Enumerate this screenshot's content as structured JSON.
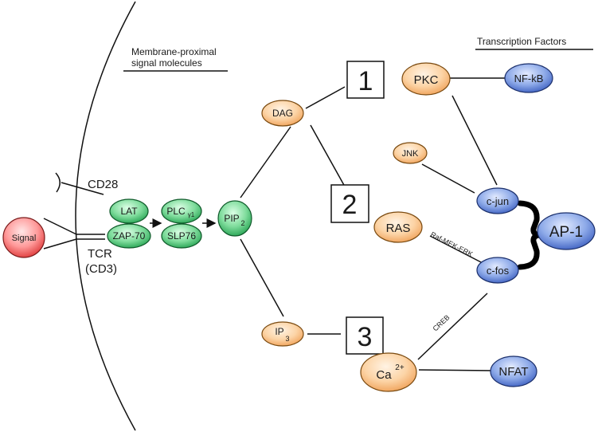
{
  "headings": {
    "membrane_line1": "Membrane-proximal",
    "membrane_line2": "signal molecules",
    "tf": "Transcription Factors"
  },
  "receptors": {
    "cd28": "CD28",
    "tcr": "TCR",
    "cd3": "(CD3)"
  },
  "nodes": {
    "signal": "Signal",
    "lat": "LAT",
    "zap70": "ZAP-70",
    "plc_main": "PLC",
    "plc_sub": "γ1",
    "slp76": "SLP76",
    "pip_main": "PIP",
    "pip_sub": "2",
    "dag": "DAG",
    "ip3_main": "IP",
    "ip3_sub": "3",
    "pkc": "PKC",
    "jnk": "JNK",
    "ras": "RAS",
    "ca_main": "Ca",
    "ca_sup": "2+",
    "nfkb": "NF-kB",
    "cjun": "c-jun",
    "cfos": "c-fos",
    "ap1": "AP-1",
    "nfat": "NFAT"
  },
  "boxes": {
    "b1": "1",
    "b2": "2",
    "b3": "3"
  },
  "edge_labels": {
    "rafmekerk": "Raf-MEK-ERK",
    "creb": "CREB"
  },
  "colors": {
    "orange_light": "#fde3c4",
    "orange_dark": "#f0a560",
    "green_light": "#b6f0c6",
    "green_dark": "#28a955",
    "blue_light": "#a9c0ee",
    "blue_dark": "#3f63c4",
    "red_light": "#ffc4c4",
    "red_dark": "#e23a3a"
  }
}
